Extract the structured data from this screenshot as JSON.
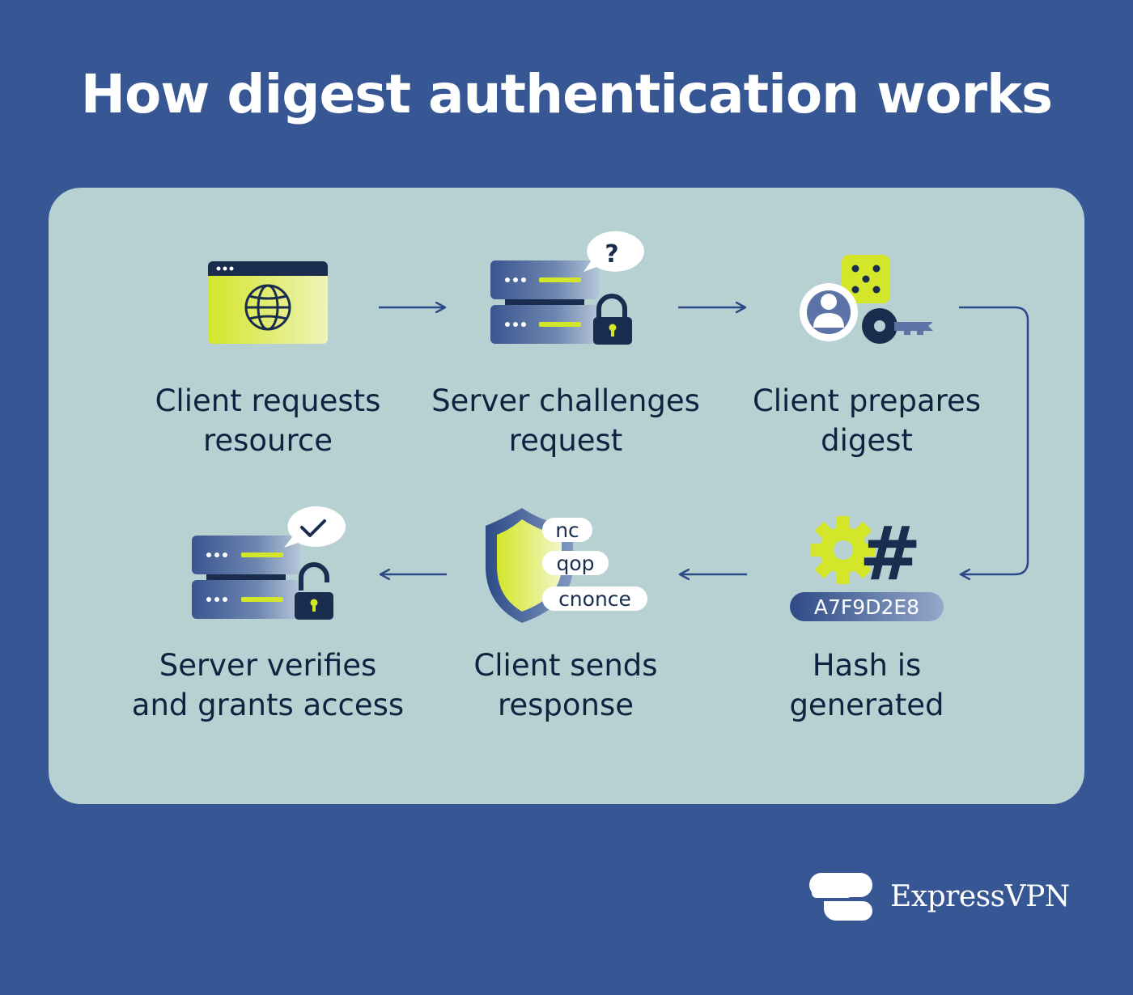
{
  "title": "How digest authentication works",
  "steps": [
    {
      "line1": "Client requests",
      "line2": "resource",
      "icon": "browser-globe-icon"
    },
    {
      "line1": "Server challenges",
      "line2": "request",
      "icon": "server-question-lock-icon"
    },
    {
      "line1": "Client prepares",
      "line2": "digest",
      "icon": "user-key-icon"
    },
    {
      "line1": "Hash is",
      "line2": "generated",
      "icon": "gear-hash-icon"
    },
    {
      "line1": "Client sends",
      "line2": "response",
      "icon": "shield-params-icon"
    },
    {
      "line1": "Server verifies",
      "line2": "and grants access",
      "icon": "server-check-unlock-icon"
    }
  ],
  "hash_value": "A7F9D2E8",
  "question_mark": "?",
  "hash_symbol": "#",
  "params": [
    "nc",
    "qop",
    "cnonce"
  ],
  "brand": "ExpressVPN",
  "colors": {
    "background": "#375794",
    "panel": "#b7d1d2",
    "accent_yellow": "#d4e62a",
    "navy": "#1a2d4f",
    "arrow": "#2e4a86"
  }
}
